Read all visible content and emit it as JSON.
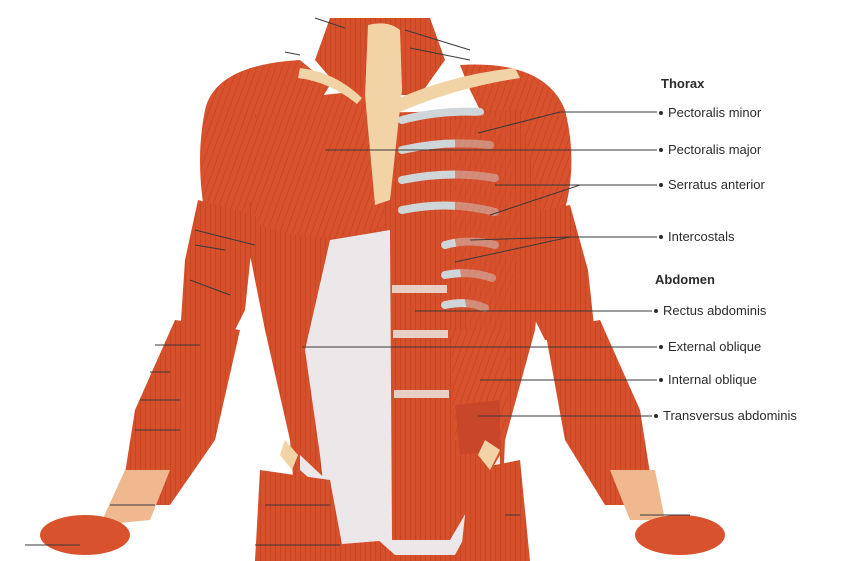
{
  "sections": {
    "thorax": "Thorax",
    "abdomen": "Abdomen"
  },
  "labels": [
    {
      "id": "pectoralis-minor",
      "text": "Pectoralis minor"
    },
    {
      "id": "pectoralis-major",
      "text": "Pectoralis major"
    },
    {
      "id": "serratus-anterior",
      "text": "Serratus anterior"
    },
    {
      "id": "intercostals",
      "text": "Intercostals"
    },
    {
      "id": "rectus-abdominis",
      "text": "Rectus abdominis"
    },
    {
      "id": "external-oblique",
      "text": "External oblique"
    },
    {
      "id": "internal-oblique",
      "text": "Internal oblique"
    },
    {
      "id": "transversus-abdominis",
      "text": "Transversus abdominis"
    }
  ],
  "colors": {
    "muscle": "#d9522e",
    "muscle_dark": "#b83a1c",
    "muscle_light": "#e9774f",
    "bone": "#f2d3a6",
    "fascia": "#ece8ea",
    "leader": "#3a3a3a"
  }
}
